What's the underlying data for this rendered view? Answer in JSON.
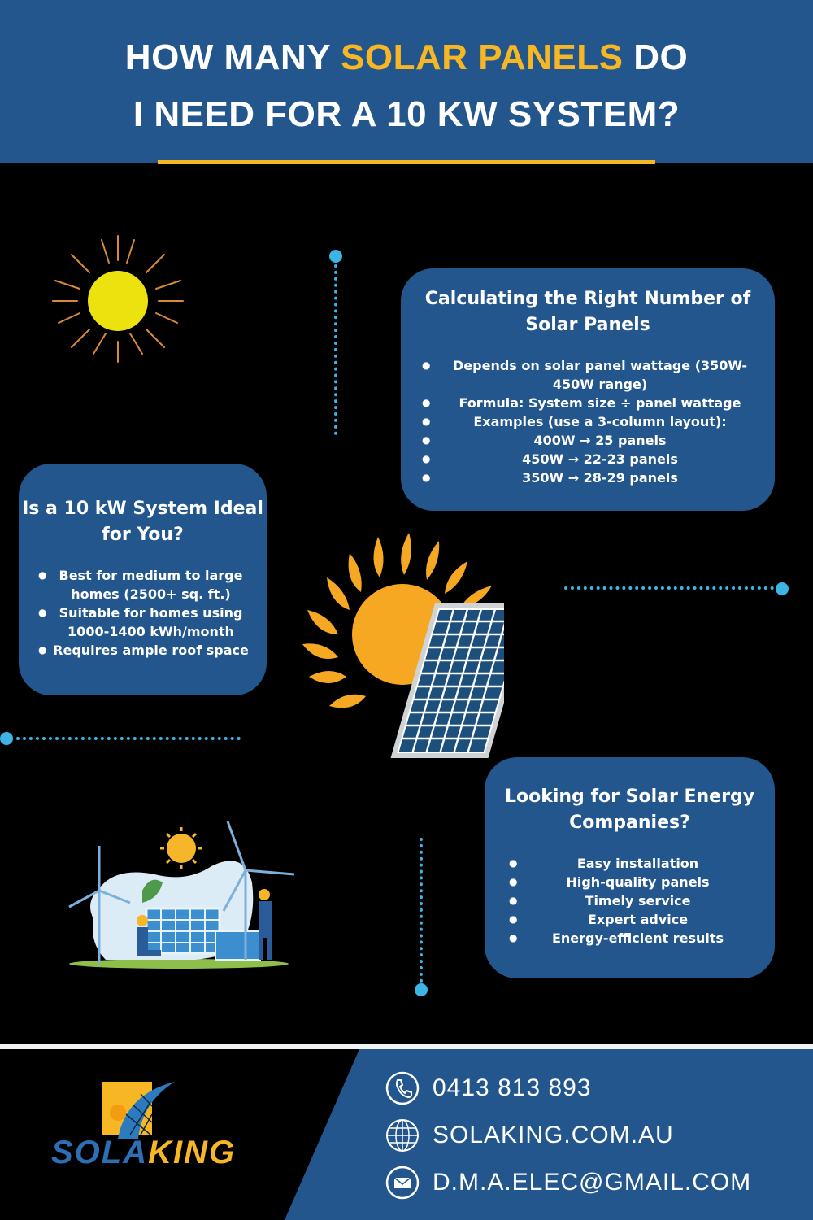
{
  "header": {
    "title_line1_pre": "HOW MANY ",
    "title_line1_highlight": "SOLAR PANELS",
    "title_line1_post": " DO",
    "title_line2": "I NEED FOR A 10 KW SYSTEM?"
  },
  "colors": {
    "primary_blue": "#23568c",
    "accent_yellow": "#f7b623",
    "connector_blue": "#3cb4e6",
    "background": "#000000"
  },
  "cards": {
    "calculating": {
      "title": "Calculating the Right Number of Solar Panels",
      "bullets": [
        "Depends on solar panel wattage (350W-450W range)",
        "Formula: System size ÷ panel wattage",
        "Examples (use a 3-column layout):",
        "400W → 25 panels",
        "450W → 22-23 panels",
        "350W → 28-29 panels"
      ]
    },
    "ideal": {
      "title": "Is a 10 kW System Ideal for You?",
      "bullets": [
        "Best for medium to large homes (2500+ sq. ft.)",
        "Suitable for homes using 1000-1400 kWh/month",
        "Requires ample roof space"
      ]
    },
    "companies": {
      "title": "Looking for Solar Energy Companies?",
      "bullets": [
        "Easy installation",
        "High-quality panels",
        "Timely service",
        "Expert advice",
        "Energy-efficient results"
      ]
    }
  },
  "illustrations": {
    "sun_icon": "sun-icon",
    "sun_panel_icon": "sun-solar-panel-icon",
    "workers_scene": "solar-workers-wind-turbines-illustration"
  },
  "footer": {
    "logo": {
      "part1": "SOLA",
      "part2": "KING"
    },
    "phone": "0413 813 893",
    "website": "SOLAKING.COM.AU",
    "email": "D.M.A.ELEC@GMAIL.COM"
  }
}
